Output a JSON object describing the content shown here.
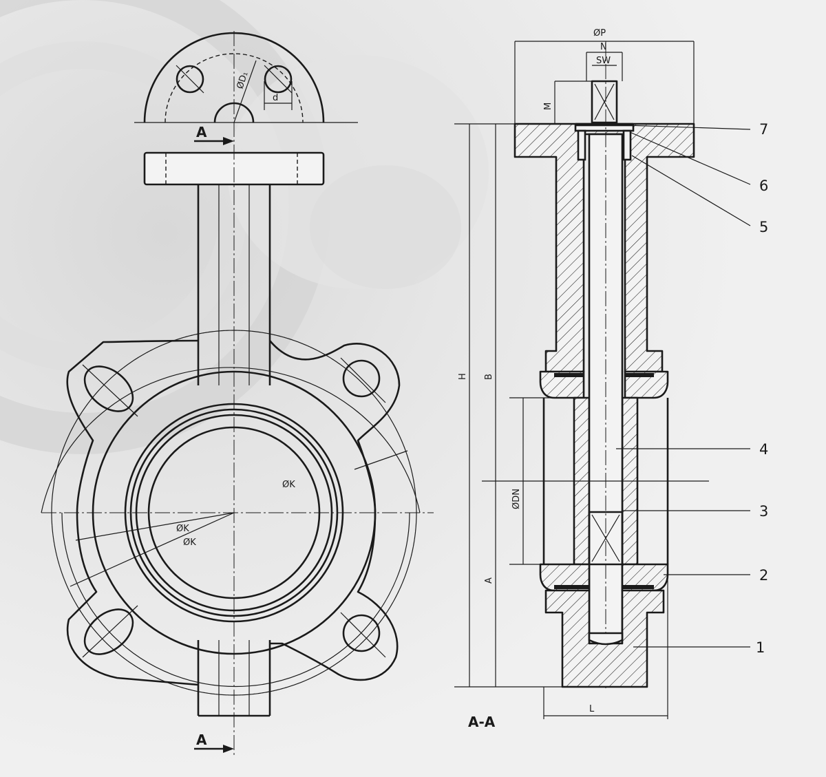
{
  "front_view": {
    "section_mark_top": "A",
    "section_mark_bottom": "A",
    "dim_d1": "ØD₁",
    "dim_d": "d",
    "dim_k_1": "ØK",
    "dim_k_2": "ØK",
    "dim_k_3": "ØK"
  },
  "section_view": {
    "title": "A-A",
    "dim_p": "ØP",
    "dim_n": "N",
    "dim_sw": "SW",
    "dim_m": "M",
    "dim_h": "H",
    "dim_b": "B",
    "dim_a": "A",
    "dim_dn": "ØDN",
    "dim_l": "L",
    "callouts": [
      "7",
      "6",
      "5",
      "4",
      "3",
      "2",
      "1"
    ]
  }
}
